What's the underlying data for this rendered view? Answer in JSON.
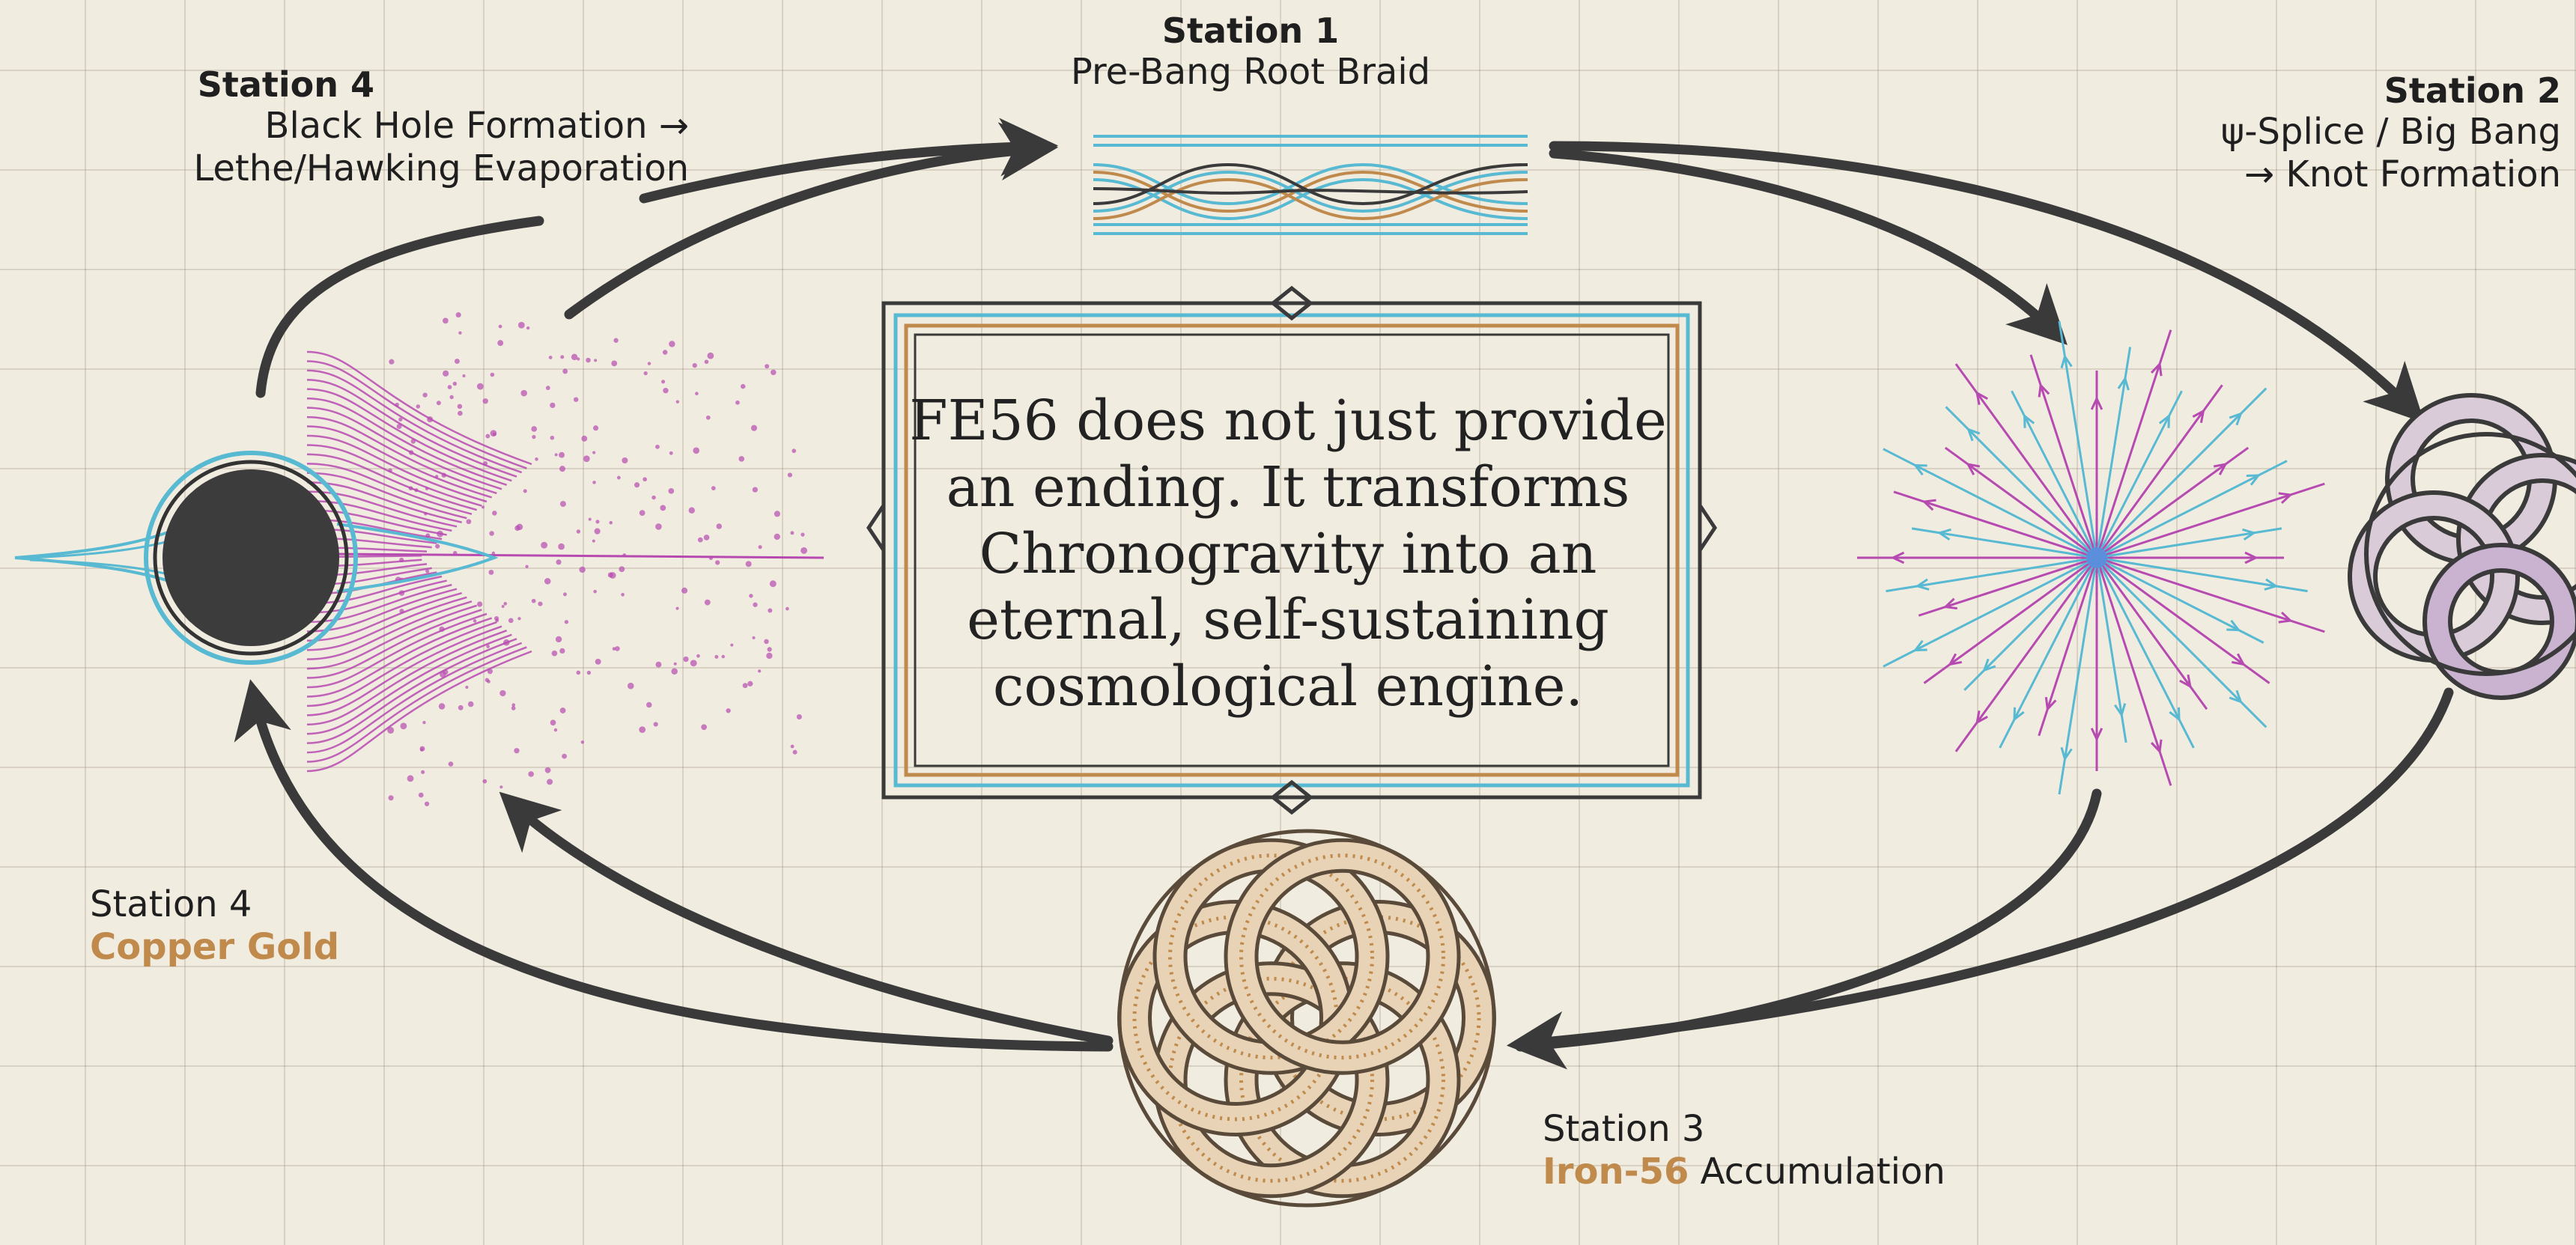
{
  "stations": {
    "s1": {
      "title": "Station 1",
      "subtitle": "Pre-Bang Root Braid"
    },
    "s2": {
      "title": "Station 2",
      "line1": "ψ-Splice / Big Bang",
      "line2": "→ Knot Formation"
    },
    "s3": {
      "title": "Station 3",
      "accent": "Iron-56",
      "rest": " Accumulation"
    },
    "s4_top": {
      "title": "Station 4",
      "line1": "Black Hole Formation →",
      "line2": "Lethe/Hawking Evaporation"
    },
    "s4_bottom": {
      "title": "Station 4",
      "subtitle": "Copper Gold"
    }
  },
  "quote": "FE56 does not just provide an ending. It transforms Chronogravity into an eternal, self-sustaining cosmological engine.",
  "colors": {
    "background": "#f1ece0",
    "arrow": "#3a3a3a",
    "cyan": "#58b9d2",
    "magenta": "#b64ab0",
    "copper": "#c08a4c",
    "blue": "#5b8fdc",
    "knot": "#b9a9c2",
    "dark": "#333333"
  },
  "icons": {
    "braid": "braid-icon",
    "burst": "big-bang-burst-icon",
    "knot": "trefoil-knot-icon",
    "iron_knot": "iron-56-knot-icon",
    "black_hole": "black-hole-icon",
    "particles": "hawking-radiation-icon"
  }
}
